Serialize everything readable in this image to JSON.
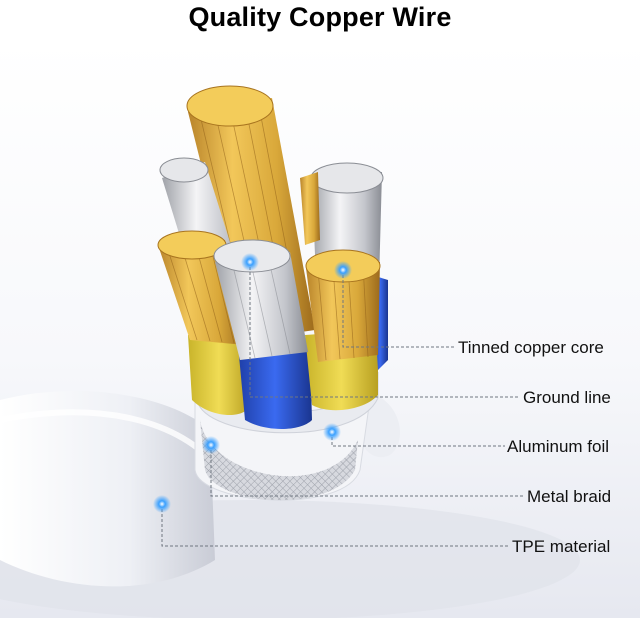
{
  "title": "Quality Copper Wire",
  "labels": {
    "tinned_core": "Tinned copper core",
    "ground_line": "Ground line",
    "aluminum_foil": "Aluminum foil",
    "metal_braid": "Metal braid",
    "tpe_material": "TPE material"
  },
  "colors": {
    "copper": "#d9a83a",
    "tin": "#c9c9cc",
    "yellow_sleeve": "#e8d44a",
    "blue_sleeve": "#2f5bd6",
    "jacket": "#f2f3f6",
    "callout_dot": "#3aa0ff"
  }
}
